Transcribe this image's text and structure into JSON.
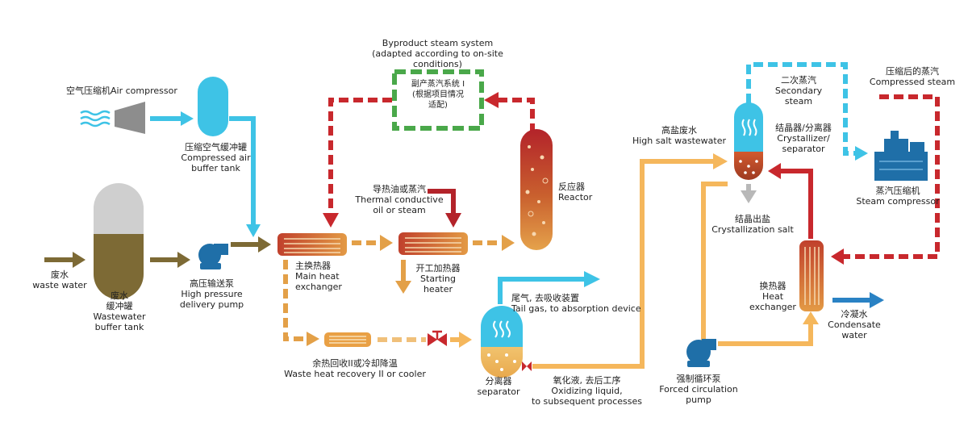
{
  "labels": {
    "byproduct_system": "Byproduct steam system\n(adapted according to on-site conditions)",
    "byproduct_box": "副产蒸汽系统 I\n(根据项目情况\n适配)",
    "air_compressor": "空气压缩机Air compressor",
    "compressed_air_tank": "压缩空气缓冲罐\nCompressed air\nbuffer tank",
    "waste_water": "废水\nwaste water",
    "wastewater_buffer_tank": "废水\n缓冲罐\nWastewater\nbuffer tank",
    "hp_pump": "高压输送泵\nHigh pressure\ndelivery pump",
    "main_heat_exchanger": "主换热器\nMain heat\nexchanger",
    "thermal_oil": "导热油或蒸汽\nThermal conductive\noil or steam",
    "reactor": "反应器\nReactor",
    "starting_heater": "开工加热器\nStarting\nheater",
    "waste_heat_recovery": "余热回收II或冷却降温\nWaste heat recovery II or cooler",
    "separator": "分离器\nseparator",
    "tail_gas": "尾气, 去吸收装置\nTail gas, to absorption device",
    "oxidizing_liquid": "氧化液, 去后工序\nOxidizing liquid,\nto subsequent processes",
    "high_salt_wastewater": "高盐废水\nHigh salt wastewater",
    "secondary_steam": "二次蒸汽\nSecondary steam",
    "crystallizer": "结晶器/分离器\nCrystallizer/\nseparator",
    "crystallization_salt": "结晶出盐\nCrystallization salt",
    "compressed_steam": "压缩后的蒸汽\nCompressed steam",
    "steam_compressor": "蒸汽压缩机\nSteam compressor",
    "heat_exchanger": "换热器\nHeat\nexchanger",
    "condensate_water": "冷凝水\nCondensate\nwater",
    "forced_circulation_pump": "强制循环泵\nForced circulation\npump"
  },
  "colors": {
    "air": "#3ec3e6",
    "wastewater": "#7d6a35",
    "hot": "#c8282d",
    "warm": "#e3a048",
    "process": "#f5b75c",
    "byproduct_box": "#4aa84a",
    "pump": "#1f6fa8"
  }
}
